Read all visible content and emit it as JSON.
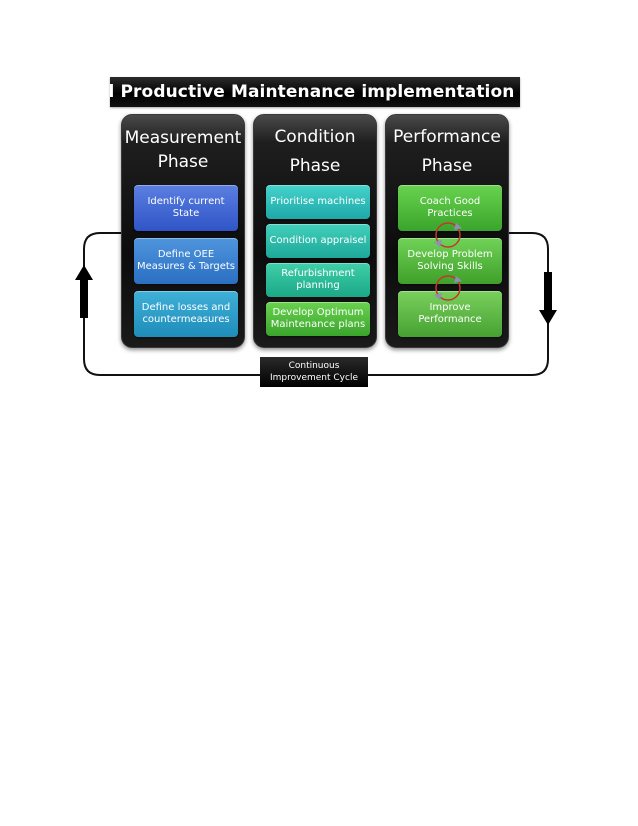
{
  "title": "Total Productive Maintenance implementation plan",
  "phases": [
    {
      "title_lines": [
        "Measurement",
        "Phase"
      ],
      "steps": [
        {
          "lines": [
            "Identify current",
            "State"
          ]
        },
        {
          "lines": [
            "Define OEE",
            "Measures & Targets"
          ]
        },
        {
          "lines": [
            "Define losses and",
            "countermeasures"
          ]
        }
      ]
    },
    {
      "title_lines": [
        "Condition",
        "Phase"
      ],
      "steps": [
        {
          "lines": [
            "Prioritise machines"
          ]
        },
        {
          "lines": [
            "Condition appraisel"
          ]
        },
        {
          "lines": [
            "Refurbishment",
            "planning"
          ]
        },
        {
          "lines": [
            "Develop Optimum",
            "Maintenance plans"
          ]
        }
      ]
    },
    {
      "title_lines": [
        "Performance",
        "Phase"
      ],
      "steps": [
        {
          "lines": [
            "Coach Good",
            "Practices"
          ]
        },
        {
          "lines": [
            "Develop Problem",
            "Solving Skills"
          ]
        },
        {
          "lines": [
            "Improve",
            "Performance"
          ]
        }
      ]
    }
  ],
  "cycle_label": [
    "Continuous",
    "Improvement Cycle"
  ],
  "colors": {
    "measurement_steps": [
      "#3a62d4",
      "#3580d0",
      "#2aa0c9"
    ],
    "condition_steps": "#2bbcb5",
    "performance_steps": "#4cb83a",
    "cycle_arrow_circle": "#c0392b",
    "panel": "#111111"
  }
}
